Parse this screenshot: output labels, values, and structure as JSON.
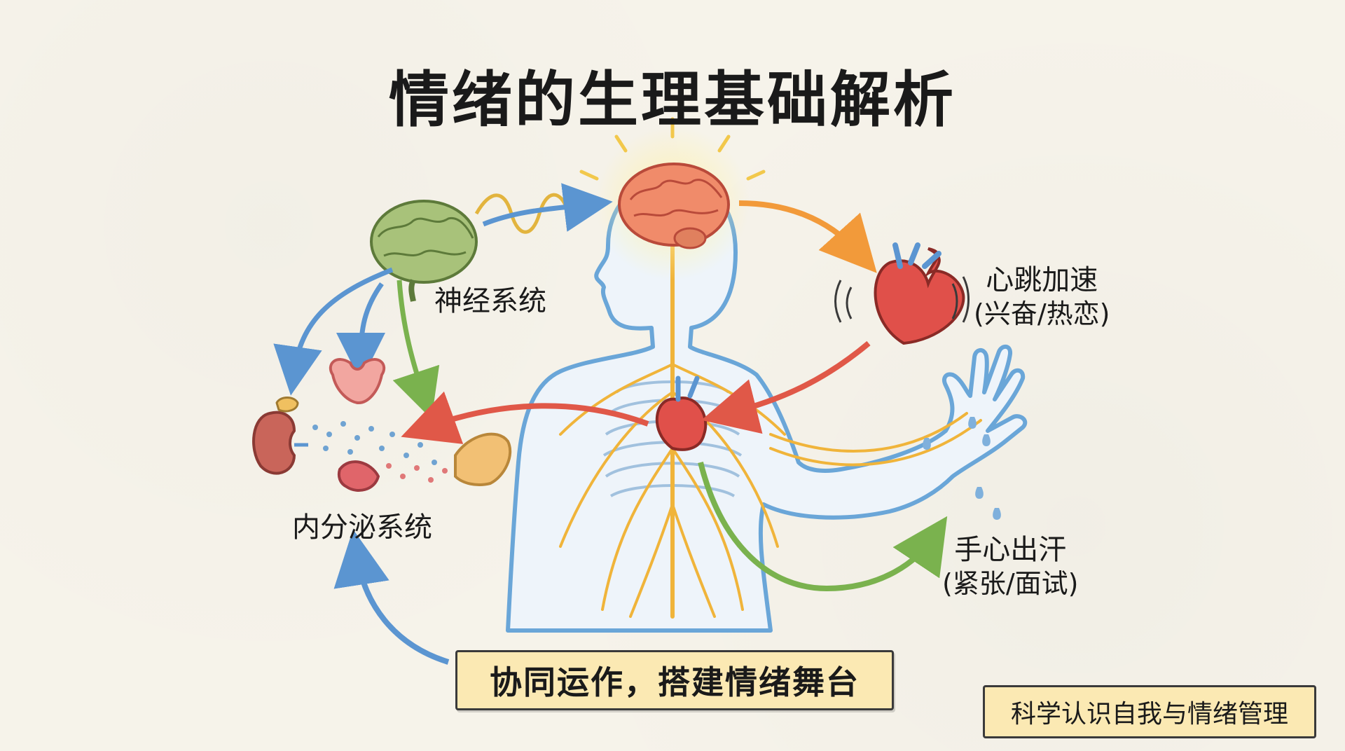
{
  "title": "情绪的生理基础解析",
  "labels": {
    "nervous_system": "神经系统",
    "endocrine_system": "内分泌系统",
    "heartbeat": "心跳加速",
    "heartbeat_sub": "(兴奋/热恋)",
    "sweat": "手心出汗",
    "sweat_sub": "(紧张/面试)"
  },
  "banner": "协同运作，搭建情绪舞台",
  "tag": "科学认识自我与情绪管理",
  "colors": {
    "nerve": "#f0b43a",
    "body_outline": "#6aa6d8",
    "arrow_blue": "#5b95d1",
    "arrow_green": "#7ab24e",
    "arrow_red": "#e05848",
    "arrow_orange": "#f29a3a",
    "banner_bg": "#fbe9b3"
  },
  "icons": [
    "brain-icon",
    "heart-icon",
    "thyroid-icon",
    "kidney-icon",
    "pancreas-icon",
    "hand-icon"
  ]
}
